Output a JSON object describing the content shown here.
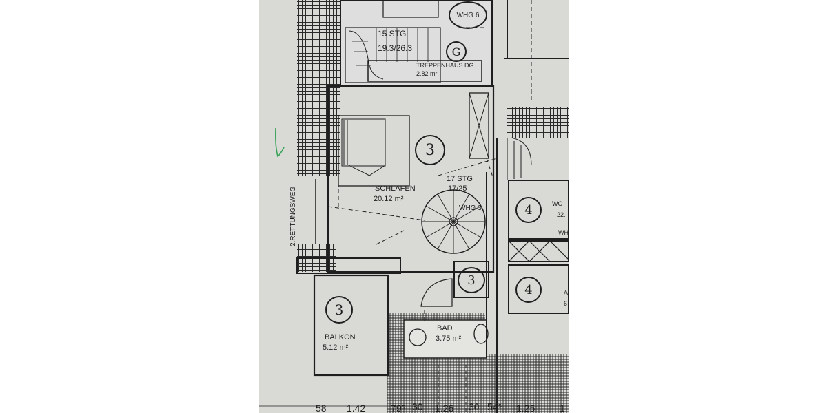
{
  "labels": {
    "stairs_top": "15 STG",
    "stairs_top_dims": "19.3/26.3",
    "whg6": "WHG 6",
    "circle_g": "G",
    "treppenhaus": "TREPPENHAUS DG",
    "treppenhaus_area": "2.82 m²",
    "room_3_circle": "3",
    "schlafen": "SCHLAFEN",
    "schlafen_area": "20.12 m²",
    "stairs_mid": "17 STG",
    "stairs_mid_dims": "17/25",
    "whg3": "WHG 3",
    "room_4_circle_top": "4",
    "wo_label": "WO",
    "wo_area": "22.",
    "wh_label": "WH",
    "small_3_circle": "3",
    "room_4_circle_bottom": "4",
    "right_frag_a": "A",
    "right_frag_6": "6",
    "balkon_circle": "3",
    "balkon": "BALKON",
    "balkon_area": "5.12 m²",
    "bad": "BAD",
    "bad_area": "3.75 m²",
    "rettungsweg": "2.RETTUNGSWEG"
  },
  "dimensions": [
    "58",
    "1.42",
    "79⁵",
    "30",
    "1.26",
    "30",
    "54⁵",
    "1.25",
    "1"
  ],
  "colors": {
    "paper": "#d9d9d6",
    "ink": "#1f1f1f",
    "check_mark": "#3aa35a"
  }
}
